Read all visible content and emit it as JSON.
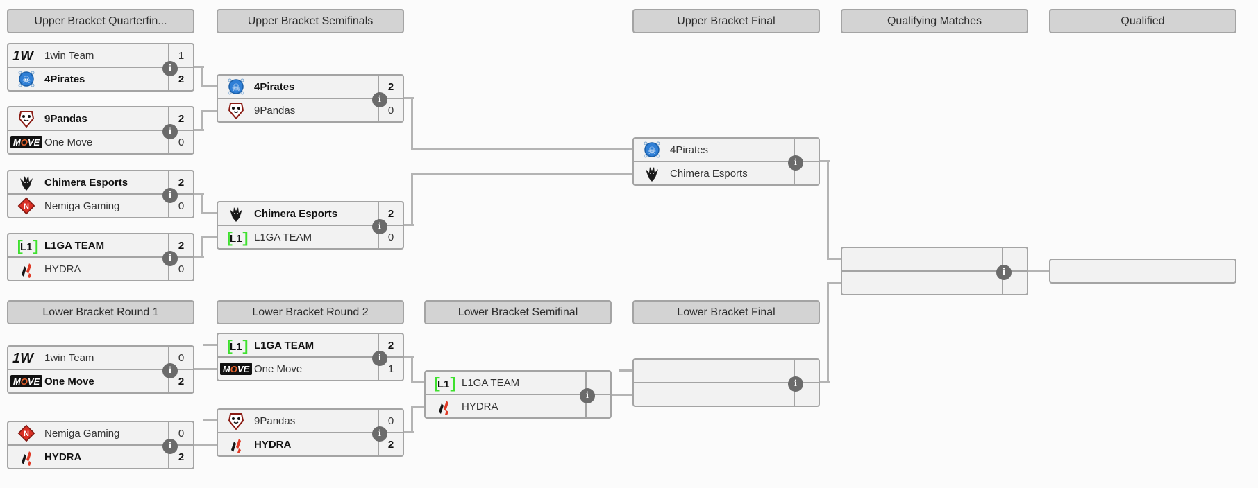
{
  "colors": {
    "page_bg": "#fbfbfb",
    "header_bg": "#d3d3d3",
    "box_bg": "#f2f2f2",
    "border": "#a4a4a4",
    "connector": "#b4b4b4",
    "info_icon_bg": "#6b6b6b",
    "winner_text": "#111111",
    "text": "#333333"
  },
  "icons": {
    "info": "i"
  },
  "headers": [
    {
      "id": "ub-quarterfinals",
      "label": "Upper Bracket Quarterfin..."
    },
    {
      "id": "ub-semifinals",
      "label": "Upper Bracket Semifinals"
    },
    {
      "id": "ub-final",
      "label": "Upper Bracket Final"
    },
    {
      "id": "qualifying-matches",
      "label": "Qualifying Matches"
    },
    {
      "id": "qualified",
      "label": "Qualified"
    },
    {
      "id": "lb-round-1",
      "label": "Lower Bracket Round 1"
    },
    {
      "id": "lb-round-2",
      "label": "Lower Bracket Round 2"
    },
    {
      "id": "lb-semifinal",
      "label": "Lower Bracket Semifinal"
    },
    {
      "id": "lb-final",
      "label": "Lower Bracket Final"
    }
  ],
  "matches": [
    {
      "id": "ub-quarterfinal-1",
      "slots": [
        {
          "team": "1win Team",
          "logo": "1win",
          "score": "1",
          "winner": false
        },
        {
          "team": "4Pirates",
          "logo": "4pirates",
          "score": "2",
          "winner": true
        }
      ]
    },
    {
      "id": "ub-quarterfinal-2",
      "slots": [
        {
          "team": "9Pandas",
          "logo": "9pandas",
          "score": "2",
          "winner": true
        },
        {
          "team": "One Move",
          "logo": "onemove",
          "score": "0",
          "winner": false
        }
      ]
    },
    {
      "id": "ub-quarterfinal-3",
      "slots": [
        {
          "team": "Chimera Esports",
          "logo": "chimera",
          "score": "2",
          "winner": true
        },
        {
          "team": "Nemiga Gaming",
          "logo": "nemiga",
          "score": "0",
          "winner": false
        }
      ]
    },
    {
      "id": "ub-quarterfinal-4",
      "slots": [
        {
          "team": "L1GA TEAM",
          "logo": "l1ga",
          "score": "2",
          "winner": true
        },
        {
          "team": "HYDRA",
          "logo": "hydra",
          "score": "0",
          "winner": false
        }
      ]
    },
    {
      "id": "ub-semifinal-1",
      "slots": [
        {
          "team": "4Pirates",
          "logo": "4pirates",
          "score": "2",
          "winner": true
        },
        {
          "team": "9Pandas",
          "logo": "9pandas",
          "score": "0",
          "winner": false
        }
      ]
    },
    {
      "id": "ub-semifinal-2",
      "slots": [
        {
          "team": "Chimera Esports",
          "logo": "chimera",
          "score": "2",
          "winner": true
        },
        {
          "team": "L1GA TEAM",
          "logo": "l1ga",
          "score": "0",
          "winner": false
        }
      ]
    },
    {
      "id": "ub-final",
      "slots": [
        {
          "team": "4Pirates",
          "logo": "4pirates",
          "score": "",
          "winner": false
        },
        {
          "team": "Chimera Esports",
          "logo": "chimera",
          "score": "",
          "winner": false
        }
      ]
    },
    {
      "id": "lb-round1-1",
      "slots": [
        {
          "team": "1win Team",
          "logo": "1win",
          "score": "0",
          "winner": false
        },
        {
          "team": "One Move",
          "logo": "onemove",
          "score": "2",
          "winner": true
        }
      ]
    },
    {
      "id": "lb-round1-2",
      "slots": [
        {
          "team": "Nemiga Gaming",
          "logo": "nemiga",
          "score": "0",
          "winner": false
        },
        {
          "team": "HYDRA",
          "logo": "hydra",
          "score": "2",
          "winner": true
        }
      ]
    },
    {
      "id": "lb-round2-1",
      "slots": [
        {
          "team": "L1GA TEAM",
          "logo": "l1ga",
          "score": "2",
          "winner": true
        },
        {
          "team": "One Move",
          "logo": "onemove",
          "score": "1",
          "winner": false
        }
      ]
    },
    {
      "id": "lb-round2-2",
      "slots": [
        {
          "team": "9Pandas",
          "logo": "9pandas",
          "score": "0",
          "winner": false
        },
        {
          "team": "HYDRA",
          "logo": "hydra",
          "score": "2",
          "winner": true
        }
      ]
    },
    {
      "id": "lb-semifinal",
      "slots": [
        {
          "team": "L1GA TEAM",
          "logo": "l1ga",
          "score": "",
          "winner": false
        },
        {
          "team": "HYDRA",
          "logo": "hydra",
          "score": "",
          "winner": false
        }
      ]
    },
    {
      "id": "lb-final",
      "slots": [
        {
          "team": "",
          "logo": "",
          "score": "",
          "winner": false
        },
        {
          "team": "",
          "logo": "",
          "score": "",
          "winner": false
        }
      ]
    },
    {
      "id": "qualifying-match",
      "slots": [
        {
          "team": "",
          "logo": "",
          "score": "",
          "winner": false
        },
        {
          "team": "",
          "logo": "",
          "score": "",
          "winner": false
        }
      ]
    }
  ],
  "qualified_slot": {
    "team": ""
  }
}
